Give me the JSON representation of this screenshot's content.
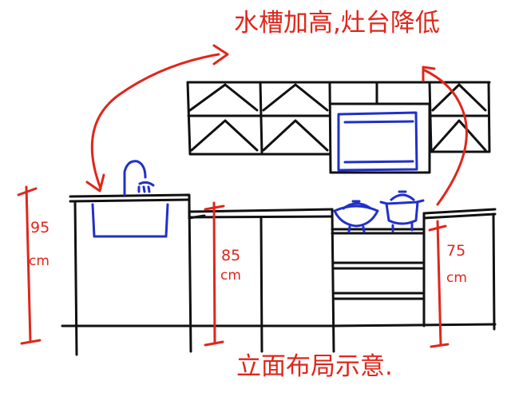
{
  "notes": {
    "title": "水槽加高,灶台降低",
    "footer": "立面布局示意."
  },
  "heights": {
    "sink": {
      "value": "95",
      "unit": "cm"
    },
    "counter": {
      "value": "85",
      "unit": "cm"
    },
    "stove": {
      "value": "75",
      "unit": "cm"
    }
  },
  "colors": {
    "ink": "#111111",
    "annotation": "#e0261b",
    "fixtures": "#2130c8"
  }
}
